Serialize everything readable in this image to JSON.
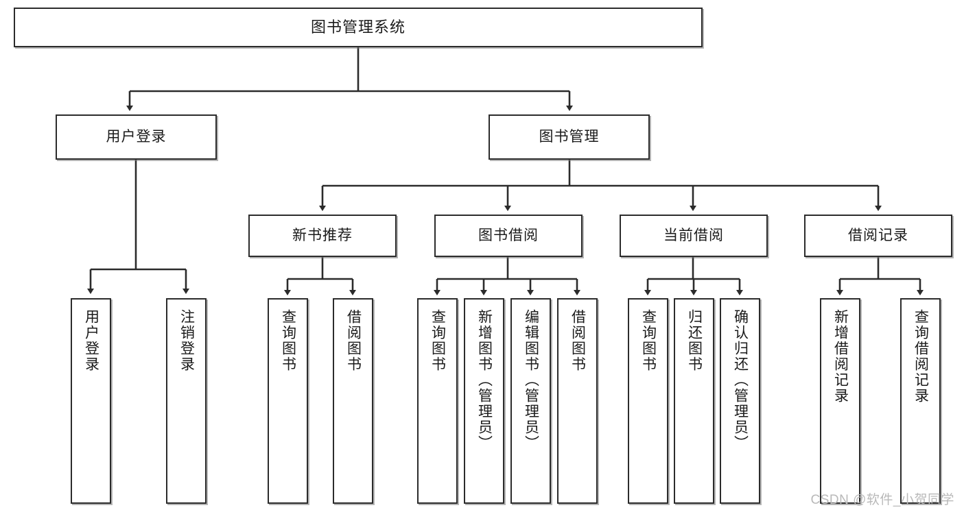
{
  "diagram": {
    "title": "图书管理系统",
    "watermark": "CSDN @软件_小贺同学",
    "root": {
      "label": "图书管理系统"
    },
    "level2": [
      {
        "label": "用户登录"
      },
      {
        "label": "图书管理"
      }
    ],
    "level3": [
      {
        "label": "新书推荐"
      },
      {
        "label": "图书借阅"
      },
      {
        "label": "当前借阅"
      },
      {
        "label": "借阅记录"
      }
    ],
    "leaves": {
      "user_login": [
        {
          "label": "用户登录"
        },
        {
          "label": "注销登录"
        }
      ],
      "new_book_recommend": [
        {
          "label": "查询图书"
        },
        {
          "label": "借阅图书"
        }
      ],
      "book_borrow": [
        {
          "label": "查询图书"
        },
        {
          "label": "新增图书（管理员）"
        },
        {
          "label": "编辑图书（管理员）"
        },
        {
          "label": "借阅图书"
        }
      ],
      "current_borrow": [
        {
          "label": "查询图书"
        },
        {
          "label": "归还图书"
        },
        {
          "label": "确认归还（管理员）"
        }
      ],
      "borrow_record": [
        {
          "label": "新增借阅记录"
        },
        {
          "label": "查询借阅记录"
        }
      ]
    }
  }
}
